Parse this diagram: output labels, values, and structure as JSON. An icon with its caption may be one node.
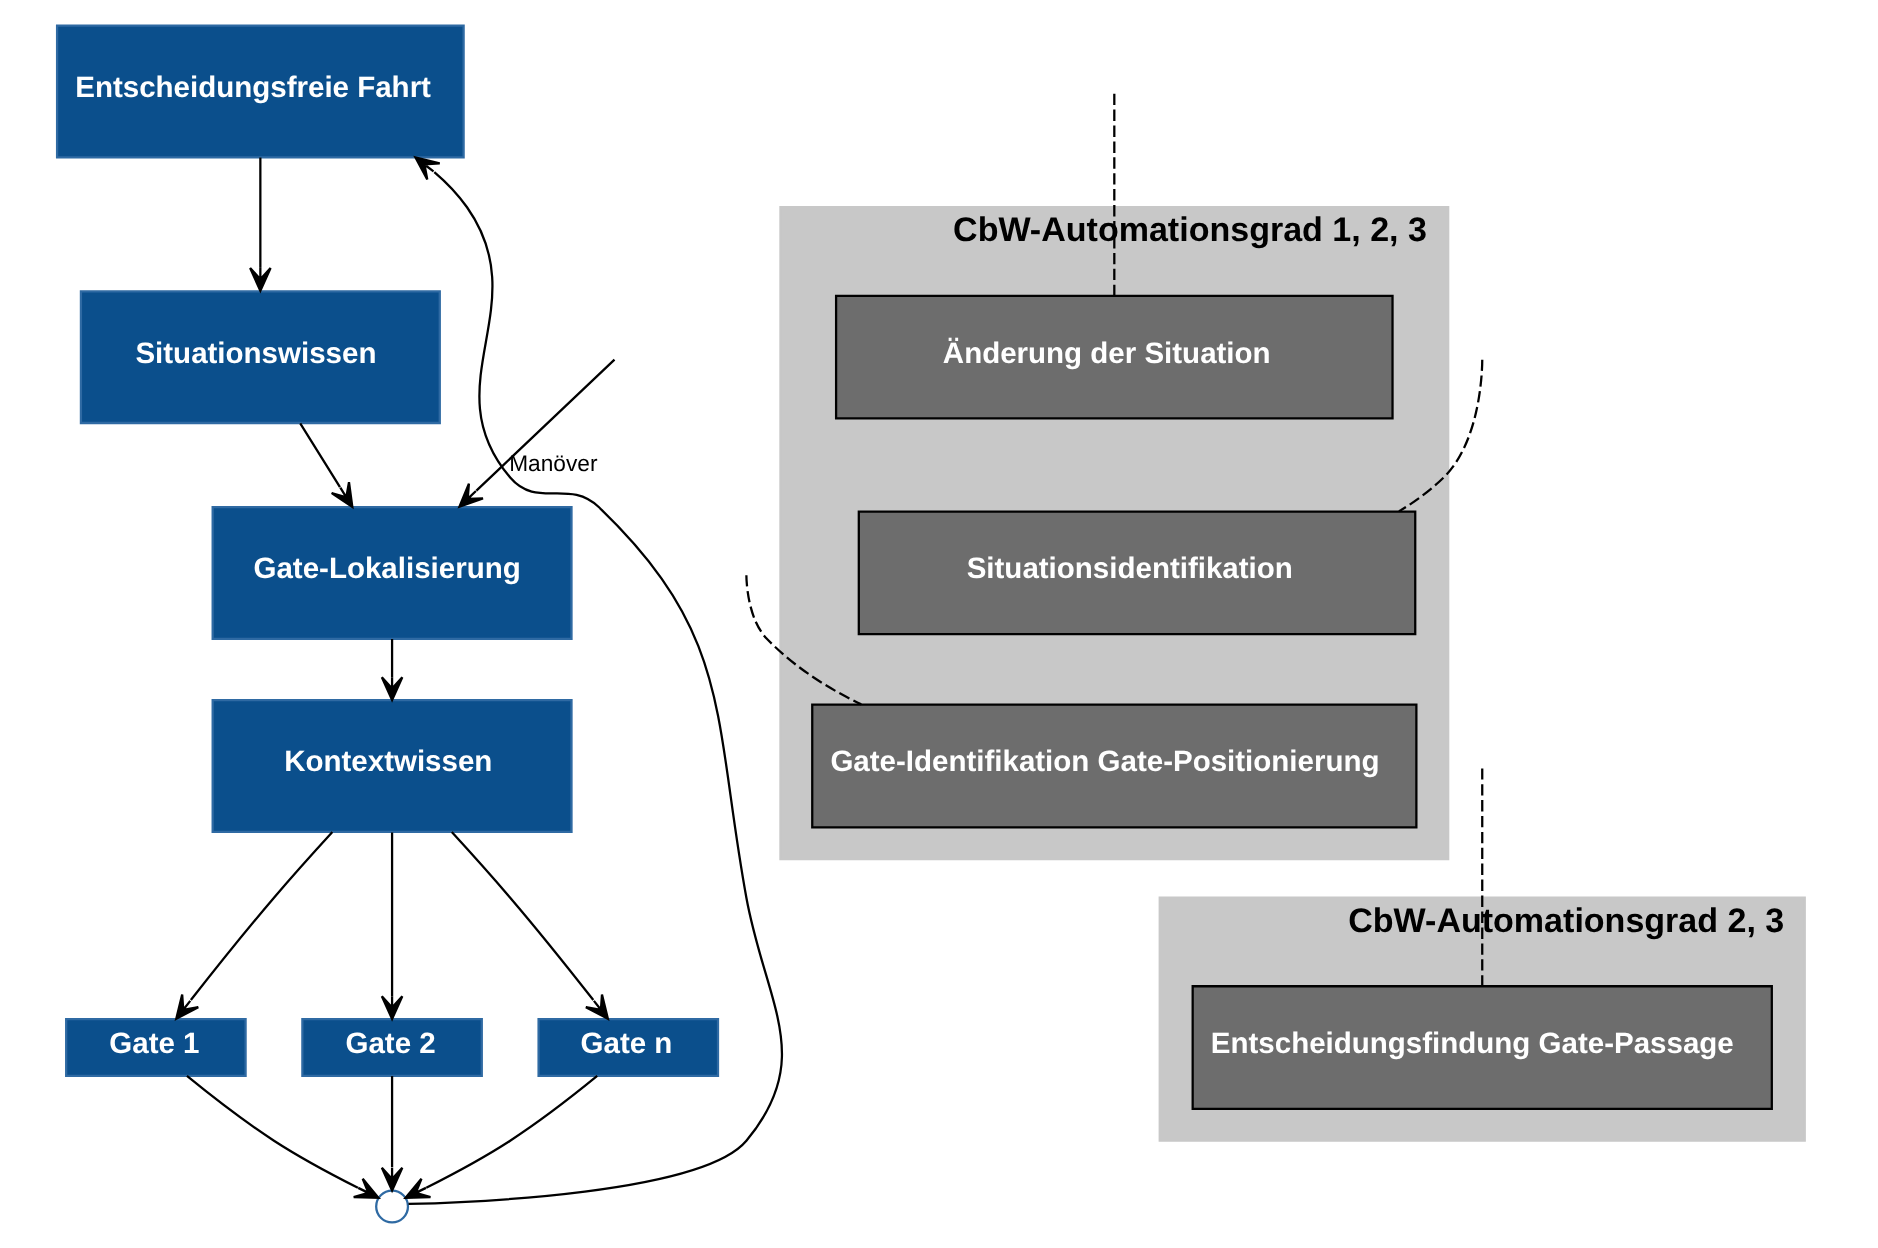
{
  "diagram": {
    "nodes": [
      {
        "text": [
          "Entscheidungsfreie Fahrt"
        ]
      },
      {
        "text": [
          "Situationswissen"
        ]
      },
      {
        "text": [
          "Gate-Lokalisierung"
        ]
      },
      {
        "text": [
          "Kontextwissen"
        ]
      },
      {
        "text": [
          "Gate 1"
        ]
      },
      {
        "text": [
          "Gate 2"
        ]
      },
      {
        "text": [
          "Gate n"
        ]
      },
      {
        "text": [],
        "shape": "circle"
      },
      {
        "text": [
          "CbW-Automationsgrad 1, 2, 3"
        ]
      },
      {
        "text": [
          "Änderung der Situation"
        ],
        "in": 8
      },
      {
        "text": [
          "Situationsidentifikation"
        ],
        "in": 8
      },
      {
        "text": [
          "Gate-Identifikation Gate-Positionierung"
        ],
        "in": 8
      },
      {
        "text": [
          "CbW-Automationsgrad 2, 3"
        ]
      },
      {
        "text": [
          "Entscheidungsfindung Gate-Passage"
        ],
        "in": 12
      }
    ],
    "edges": [
      {
        "from": 0,
        "to": 1,
        "arrow": "to"
      },
      {
        "from": 1,
        "to": 2,
        "arrow": "to"
      },
      {
        "from": 2,
        "to": 3,
        "arrow": "to"
      },
      {
        "from": 3,
        "to": 4,
        "arrow": "to"
      },
      {
        "from": 3,
        "to": 5,
        "arrow": "to"
      },
      {
        "from": 3,
        "to": 6,
        "arrow": "to"
      },
      {
        "from": 4,
        "to": 7,
        "arrow": "to"
      },
      {
        "from": 5,
        "to": 7,
        "arrow": "to"
      },
      {
        "from": 6,
        "to": 7,
        "arrow": "to"
      },
      {
        "from": 7,
        "to": 0,
        "arrow": "to"
      },
      {
        "from": null,
        "to": 2,
        "arrow": "to",
        "label": "Manöver"
      },
      {
        "from": null,
        "to": 9,
        "arrow": "none",
        "style": "dashed"
      },
      {
        "from": null,
        "to": 10,
        "arrow": "none",
        "style": "dashed"
      },
      {
        "from": null,
        "to": 11,
        "arrow": "none",
        "style": "dashed"
      },
      {
        "from": null,
        "to": 13,
        "arrow": "none",
        "style": "dashed"
      }
    ]
  }
}
